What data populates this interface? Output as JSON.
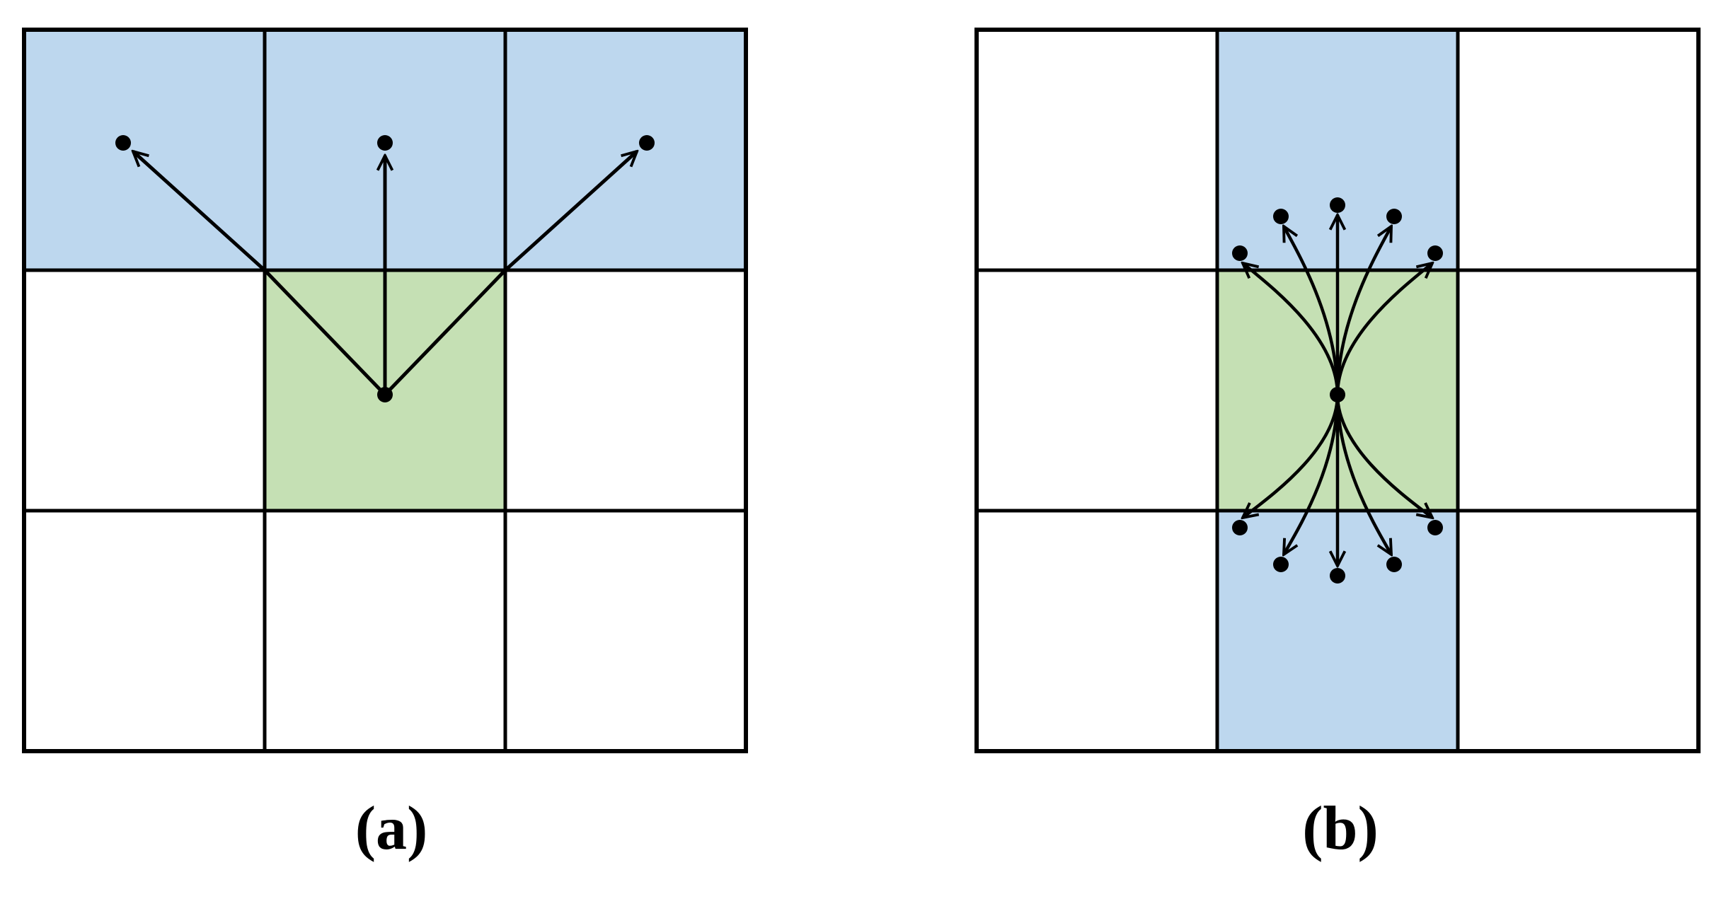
{
  "colors": {
    "neighbor_fill": "#bdd7ee",
    "center_fill": "#c5e0b4",
    "empty_fill": "#ffffff",
    "line": "#000000"
  },
  "panels": [
    {
      "id": "a",
      "caption": "(a)",
      "grid_rows": 3,
      "grid_cols": 3,
      "cell_colors": [
        [
          "neighbor",
          "neighbor",
          "neighbor"
        ],
        [
          "empty",
          "center",
          "empty"
        ],
        [
          "empty",
          "empty",
          "empty"
        ]
      ],
      "arrow_style": "straight-via-corners",
      "arrow_count": 3
    },
    {
      "id": "b",
      "caption": "(b)",
      "grid_rows": 3,
      "grid_cols": 3,
      "cell_colors": [
        [
          "empty",
          "neighbor",
          "empty"
        ],
        [
          "empty",
          "center",
          "empty"
        ],
        [
          "empty",
          "neighbor",
          "empty"
        ]
      ],
      "arrow_style": "curved-fan",
      "arrow_count": 10
    }
  ]
}
